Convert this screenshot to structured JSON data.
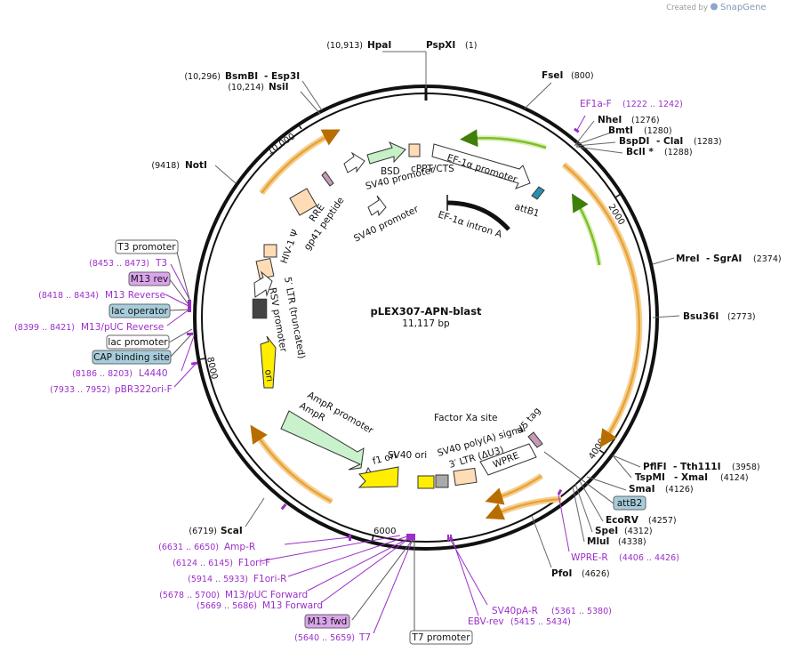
{
  "brand": {
    "prefix": "Created by",
    "name": "SnapGene"
  },
  "plasmid": {
    "name": "pLEX307-APN-blast",
    "length": "11,117 bp"
  },
  "ticks": [
    "10,000",
    "2000",
    "4000",
    "6000",
    "8000"
  ],
  "sites": {
    "hpaI": {
      "name": "HpaI",
      "pos": "(10,913)"
    },
    "pspXI": {
      "name": "PspXI",
      "pos": "(1)"
    },
    "fseI": {
      "name": "FseI",
      "pos": "(800)"
    },
    "bsmBI": {
      "name": "BsmBI",
      "pos": "(10,296)"
    },
    "esp3I": {
      "name": "- Esp3I"
    },
    "nsiI": {
      "name": "NsiI",
      "pos": "(10,214)"
    },
    "notI": {
      "name": "NotI",
      "pos": "(9418)"
    },
    "nheI": {
      "name": "NheI",
      "pos": "(1276)"
    },
    "bmtI": {
      "name": "BmtI",
      "pos": "(1280)"
    },
    "bspDI": {
      "name": "BspDI",
      "pos": "(1283)"
    },
    "claI": {
      "name": "- ClaI"
    },
    "bclI": {
      "name": "BclI *",
      "pos": "(1288)"
    },
    "mreI": {
      "name": "MreI",
      "pos": "(2374)"
    },
    "sgrAI": {
      "name": "- SgrAI"
    },
    "bsu36I": {
      "name": "Bsu36I",
      "pos": "(2773)"
    },
    "pflFI": {
      "name": "PflFI",
      "pos": "(3958)"
    },
    "tth111I": {
      "name": "- Tth111I"
    },
    "tspMI": {
      "name": "TspMI",
      "pos": "(4124)"
    },
    "xmaI": {
      "name": "- XmaI"
    },
    "smaI": {
      "name": "SmaI",
      "pos": "(4126)"
    },
    "ecoRV": {
      "name": "EcoRV",
      "pos": "(4257)"
    },
    "speI": {
      "name": "SpeI",
      "pos": "(4312)"
    },
    "mluI": {
      "name": "MluI",
      "pos": "(4338)"
    },
    "pfoI": {
      "name": "PfoI",
      "pos": "(4626)"
    },
    "scaI": {
      "name": "ScaI",
      "pos": "(6719)"
    }
  },
  "primers": {
    "ef1aF": {
      "name": "EF1a-F",
      "pos": "(1222 .. 1242)"
    },
    "wpreR": {
      "name": "WPRE-R",
      "pos": "(4406 .. 4426)"
    },
    "sv40paR": {
      "name": "SV40pA-R",
      "pos": "(5361 .. 5380)"
    },
    "ebvRev": {
      "name": "EBV-rev",
      "pos": "(5415 .. 5434)"
    },
    "t7": {
      "name": "T7",
      "pos": "(5640 .. 5659)"
    },
    "m13Forward": {
      "name": "M13 Forward",
      "pos": "(5669 .. 5686)"
    },
    "m13pucForward": {
      "name": "M13/pUC Forward",
      "pos": "(5678 .. 5700)"
    },
    "f1oriR": {
      "name": "F1ori-R",
      "pos": "(5914 .. 5933)"
    },
    "f1oriF": {
      "name": "F1ori-F",
      "pos": "(6124 .. 6145)"
    },
    "ampR": {
      "name": "Amp-R",
      "pos": "(6631 .. 6650)"
    },
    "pbr322": {
      "name": "pBR322ori-F",
      "pos": "(7933 .. 7952)"
    },
    "l4440": {
      "name": "L4440",
      "pos": "(8186 .. 8203)"
    },
    "m13pucReverse": {
      "name": "M13/pUC Reverse",
      "pos": "(8399 .. 8421)"
    },
    "m13Reverse": {
      "name": "M13 Reverse",
      "pos": "(8418 .. 8434)"
    },
    "t3": {
      "name": "T3",
      "pos": "(8453 .. 8473)"
    }
  },
  "boxes": {
    "t3promoter": "T3 promoter",
    "m13rev": "M13 rev",
    "lacOperator": "lac operator",
    "lacPromoter": "lac promoter",
    "cap": "CAP binding site",
    "attB2": "attB2",
    "m13fwd": "M13 fwd",
    "t7promoter": "T7 promoter"
  },
  "features": {
    "bsd": "BSD",
    "cppt": "cPPT/CTS",
    "sv40promoter1": "SV40 promoter",
    "sv40promoter2": "SV40 promoter",
    "ef1aPromoter": "EF-1α promoter",
    "attB1": "attB1",
    "ef1aIntron": "EF-1α intron A",
    "rre": "RRE",
    "gp41": "gp41 peptide",
    "hiv": "HIV-1 Ψ",
    "ltr5": "5′ LTR (truncated)",
    "rsv": "RSV promoter",
    "ori": "ori",
    "ampRPromoter": "AmpR promoter",
    "ampR": "AmpR",
    "f1ori": "f1 ori",
    "sv40ori": "SV40 ori",
    "factorXa": "Factor Xa site",
    "sv40polyA": "SV40 poly(A) signal",
    "ltr3": "3′ LTR (ΔU3)",
    "wpre": "WPRE",
    "v5": "V5 tag"
  },
  "colors": {
    "backbone": "#111111",
    "enzyme_line": "#555555",
    "primer": "#9b2fc8",
    "orf_orange": "#e8a33a",
    "orf_green": "#7fbf2a",
    "promoter_fill": "#ffffff",
    "bsd_fill": "#c6f0c6",
    "ampr_fill": "#c9f2cc",
    "ori_fill": "#ffee00",
    "ltr_fill": "#ffdcb5",
    "rre_fill": "#ffdcb5",
    "gp41_fill": "#c49bb4",
    "attb_fill": "#2a8fb0",
    "box_blue": "#a7cddd",
    "box_purple": "#dba5ec"
  },
  "icons": {
    "feature_arrow": "arrow-shape",
    "orf_arrow": "orf-arc-arrow"
  }
}
